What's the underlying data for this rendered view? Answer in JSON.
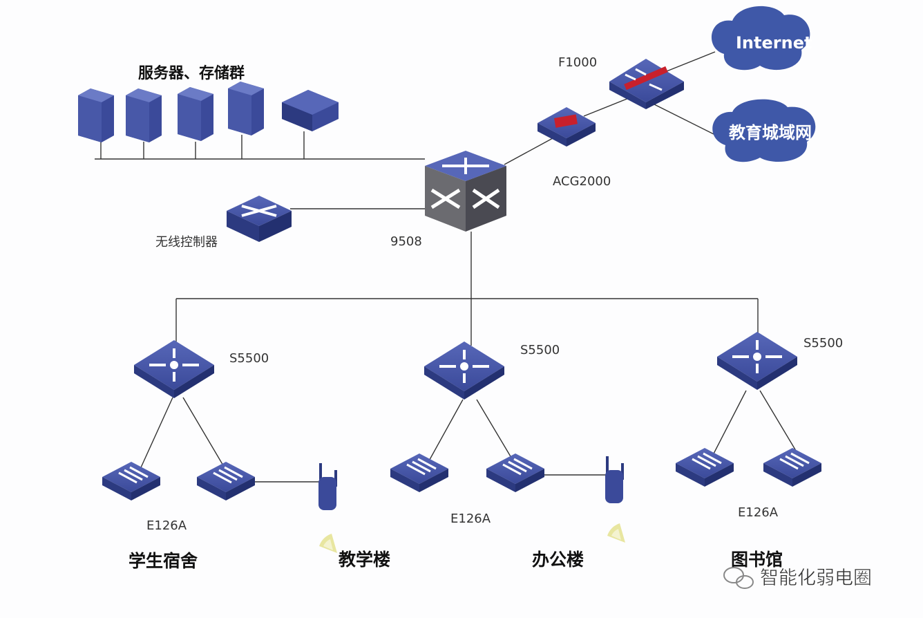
{
  "title": "服务器、存储群",
  "nodes": {
    "core": "9508",
    "wireless_controller": "无线控制器",
    "acg": "ACG2000",
    "firewall": "F1000",
    "internet": "Internet",
    "edu_net": "教育城域网",
    "dist": [
      "S5500",
      "S5500",
      "S5500"
    ],
    "access": [
      "E126A",
      "E126A",
      "E126A"
    ]
  },
  "buildings": [
    "学生宿舍",
    "教学楼",
    "办公楼",
    "图书馆"
  ],
  "watermark": "智能化弱电圈",
  "colors": {
    "device": "#3b4a9a",
    "cloud": "#3f58a8",
    "firewall_accent": "#c8202c",
    "wifi": "#e8e6a0"
  }
}
